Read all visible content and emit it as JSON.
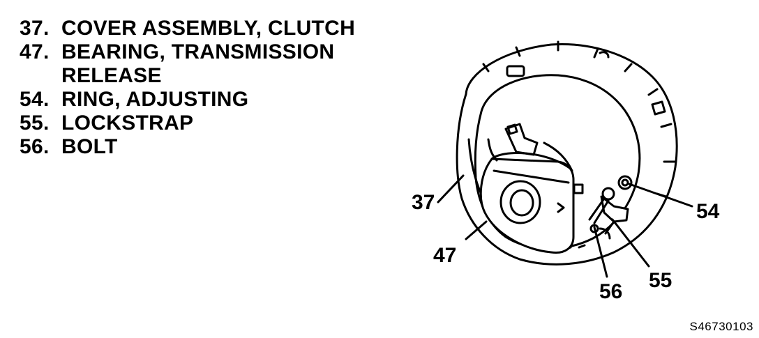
{
  "legend": [
    {
      "num": "37.",
      "text": "COVER ASSEMBLY, CLUTCH"
    },
    {
      "num": "47.",
      "text": "BEARING, TRANSMISSION RELEASE"
    },
    {
      "num": "54.",
      "text": "RING, ADJUSTING"
    },
    {
      "num": "55.",
      "text": "LOCKSTRAP"
    },
    {
      "num": "56.",
      "text": "BOLT"
    }
  ],
  "callouts": {
    "c37": "37",
    "c47": "47",
    "c54": "54",
    "c55": "55",
    "c56": "56"
  },
  "figure_id": "S46730103"
}
